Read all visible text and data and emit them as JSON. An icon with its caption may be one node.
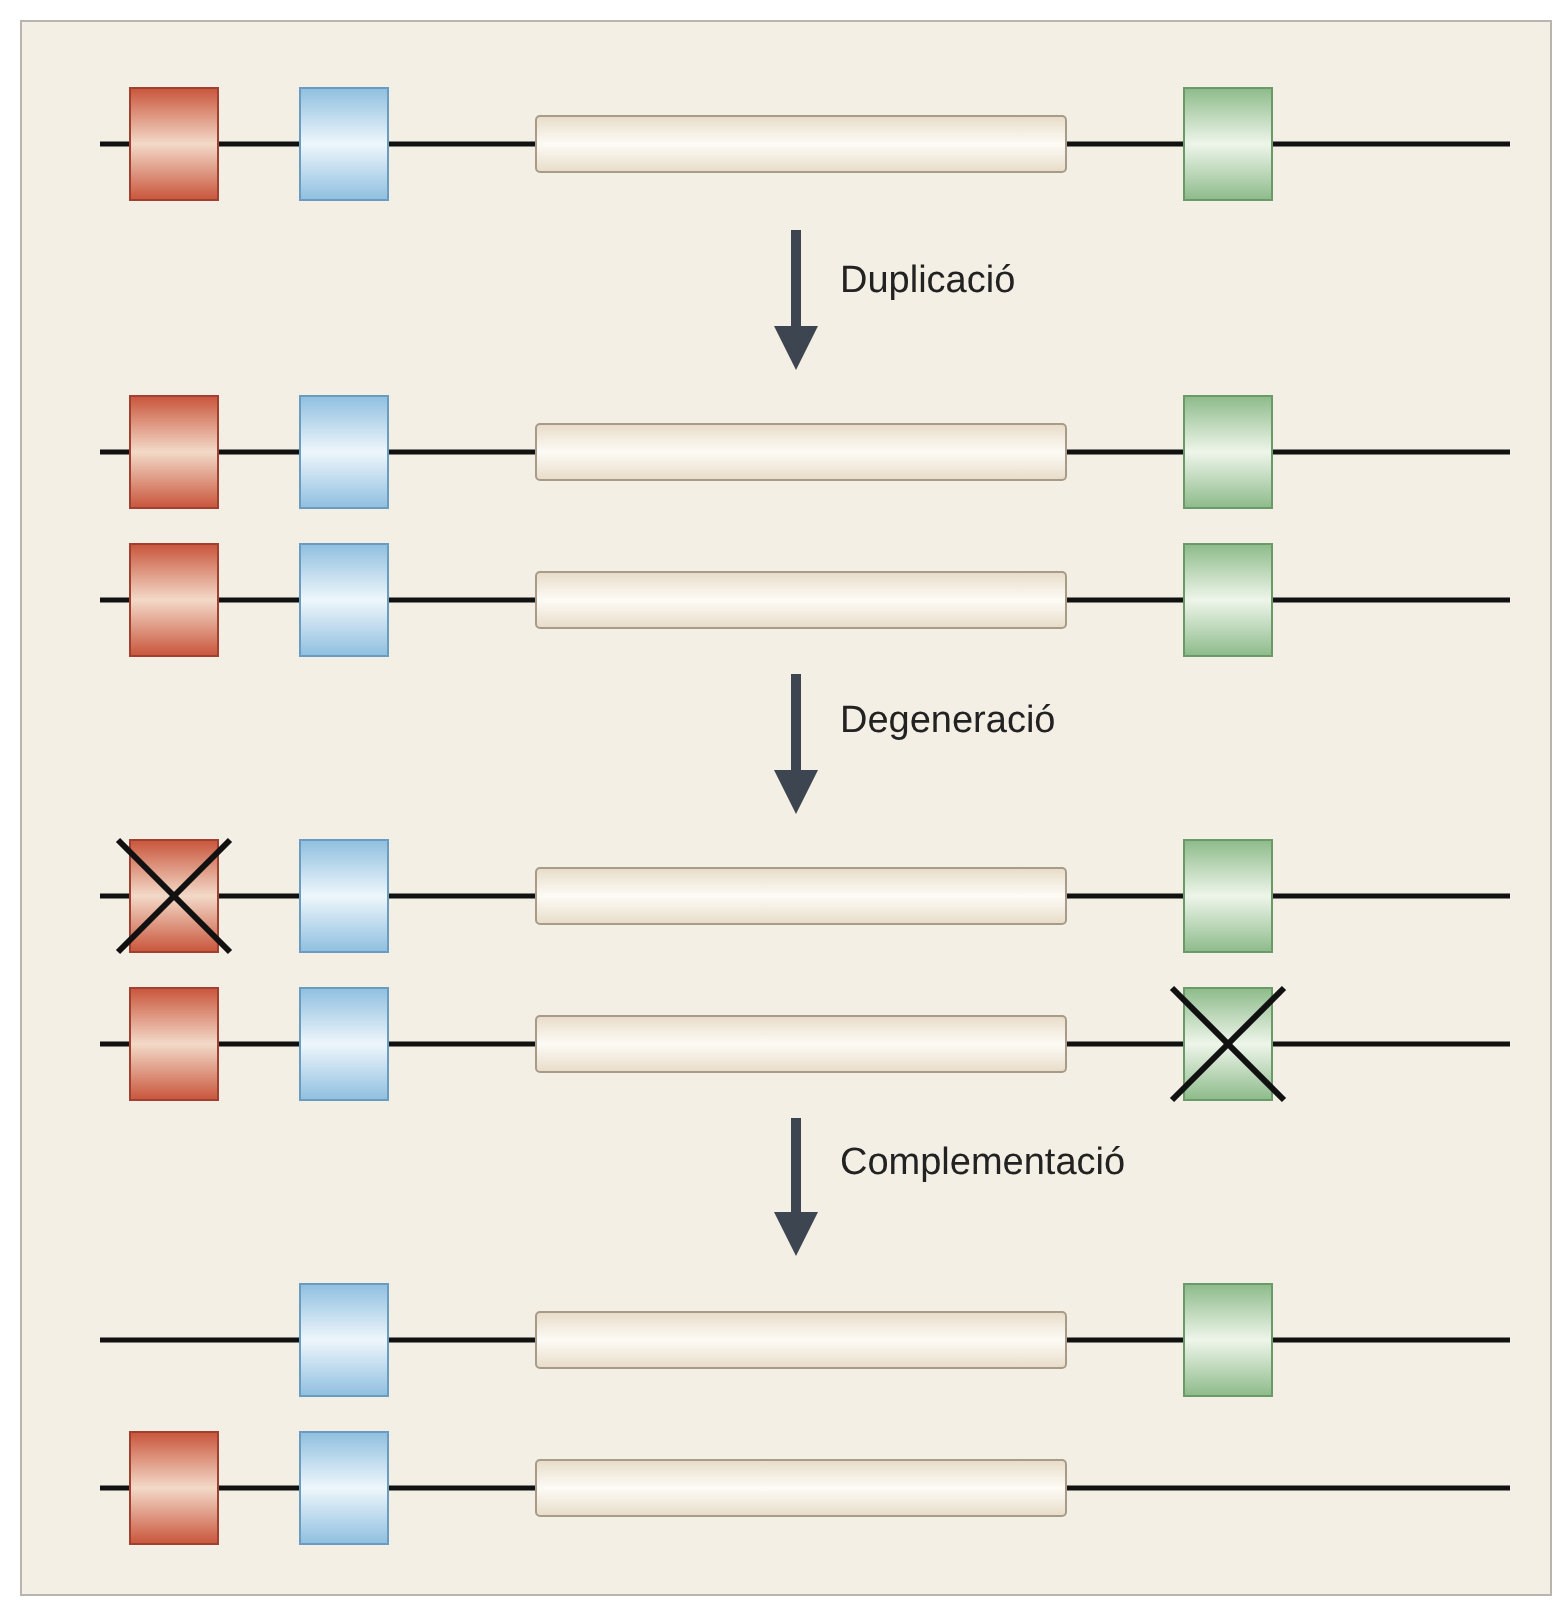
{
  "diagram": {
    "labels": [
      "Duplicació",
      "Degeneració",
      "Complementació"
    ]
  }
}
